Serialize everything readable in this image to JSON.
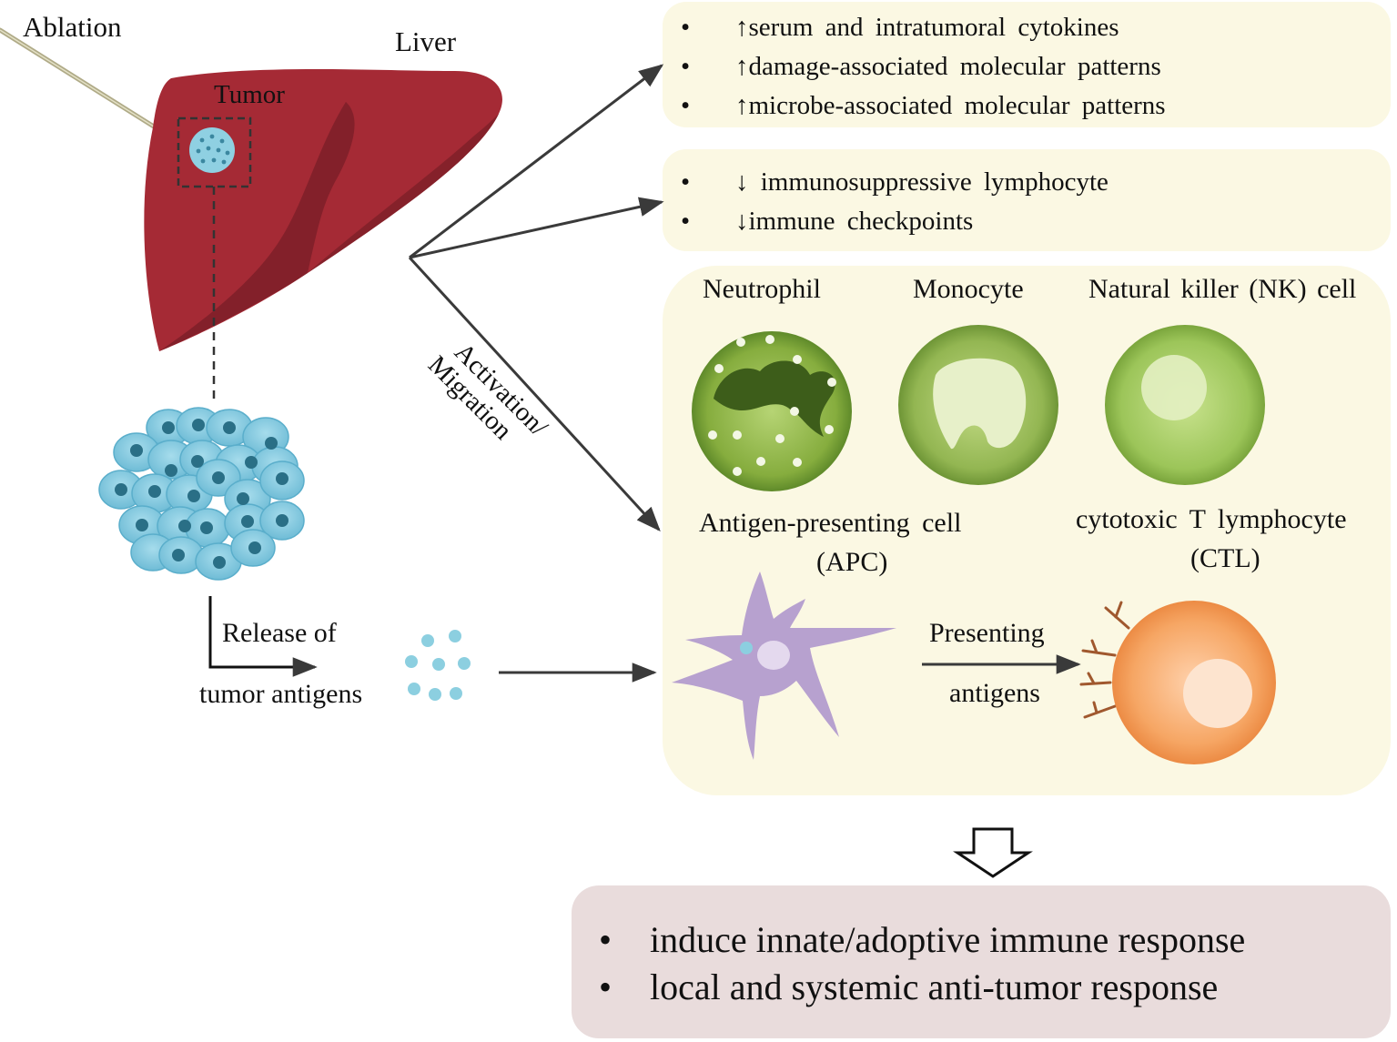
{
  "labels": {
    "ablation": "Ablation",
    "liver": "Liver",
    "tumor": "Tumor",
    "activation": "Activation/",
    "migration": "Migration",
    "release_line1": "Release of",
    "release_line2": "tumor antigens",
    "presenting_line1": "Presenting",
    "presenting_line2": "antigens"
  },
  "panel_top": {
    "bullet": "•",
    "items": [
      "↑serum and intratumoral cytokines",
      "↑damage-associated molecular patterns",
      "↑microbe-associated molecular patterns"
    ]
  },
  "panel_mid": {
    "bullet": "•",
    "items": [
      "↓ immunosuppressive lymphocyte",
      "↓immune checkpoints"
    ]
  },
  "cells": {
    "neutrophil": "Neutrophil",
    "monocyte": "Monocyte",
    "nk_cell": "Natural killer (NK) cell",
    "apc_line1": "Antigen-presenting cell",
    "apc_line2": "(APC)",
    "ctl_line1": "cytotoxic T lymphocyte",
    "ctl_line2": "(CTL)"
  },
  "result": {
    "bullet": "•",
    "items": [
      "induce innate/adoptive immune response",
      "local and systemic anti-tumor response"
    ]
  },
  "colors": {
    "liver": "#a52a35",
    "liver_dark": "#7d1f28",
    "tumor_cell": "#7fc6dc",
    "tumor_nucleus": "#2a6f86",
    "panel": "#fbf8e3",
    "result_box": "#e9dcdc",
    "apc": "#b7a1cf",
    "ctl": "#f3a060"
  }
}
